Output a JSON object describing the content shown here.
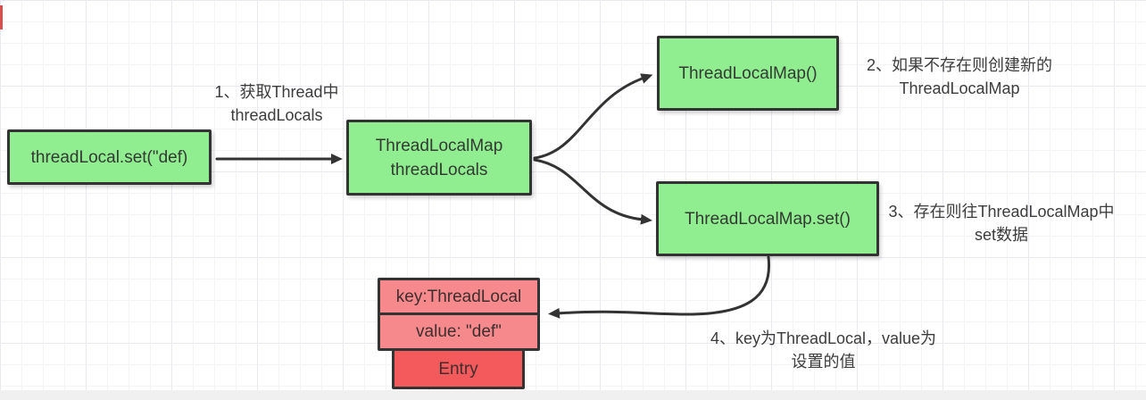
{
  "colors": {
    "green_fill": "#90ee90",
    "pink_fill": "#f5898c",
    "red_fill": "#f45a5c",
    "border": "#333333",
    "arrow": "#333333",
    "box_text": "#333a33",
    "entry_text": "#402e2e",
    "note_text": "#3c3c3c",
    "edge_mark": "#d94f4f",
    "bottom_bar": "#f0f0f1"
  },
  "nodes": {
    "thread_local_set": {
      "label": "threadLocal.set(\"def)"
    },
    "thread_locals": {
      "line1": "ThreadLocalMap",
      "line2": "threadLocals"
    },
    "map_new": {
      "label": "ThreadLocalMap()"
    },
    "map_set": {
      "label": "ThreadLocalMap.set()"
    },
    "entry_key": {
      "label": "key:ThreadLocal"
    },
    "entry_value": {
      "label": "value: \"def\""
    },
    "entry": {
      "label": "Entry"
    }
  },
  "notes": {
    "note1": {
      "line1": "1、获取Thread中",
      "line2": "threadLocals"
    },
    "note2": {
      "line1": "2、如果不存在则创建新的",
      "line2": "ThreadLocalMap"
    },
    "note3": {
      "line1": "3、存在则往ThreadLocalMap中",
      "line2": "set数据"
    },
    "note4": {
      "line1": "4、key为ThreadLocal，value为",
      "line2": "设置的值"
    }
  }
}
